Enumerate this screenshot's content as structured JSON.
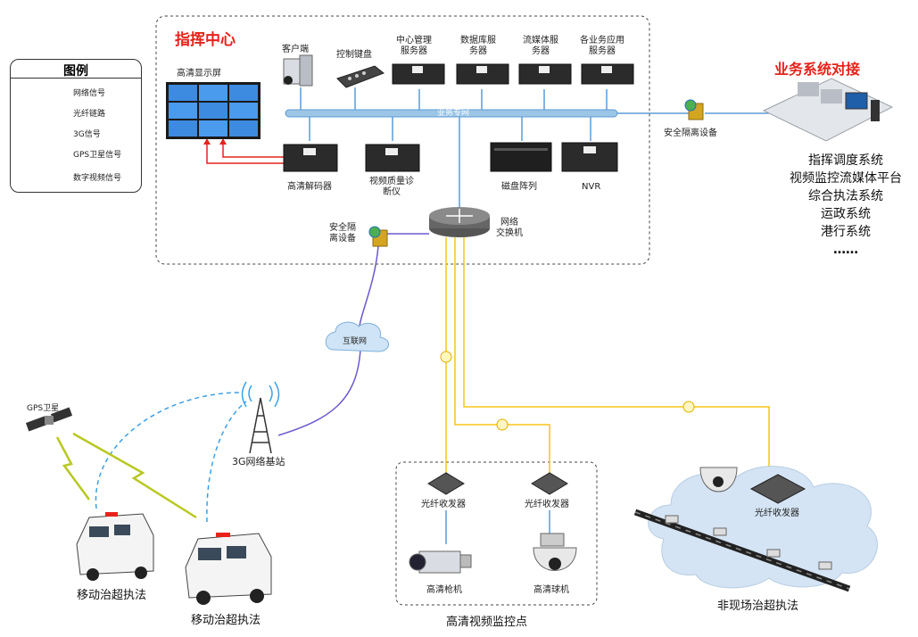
{
  "command_center": {
    "title": "指挥中心",
    "display_wall": "高清显示屏",
    "client": "客户端",
    "control_keyboard": "控制键盘",
    "servers": [
      {
        "label": "中心管理\n服务器"
      },
      {
        "label": "数据库服\n务器"
      },
      {
        "label": "流媒体服\n务器"
      },
      {
        "label": "各业务应用\n服务器"
      }
    ],
    "bus_label": "业务专网",
    "decoder": "高清解码器",
    "diagnostic": "视频质量诊\n断仪",
    "disk_array": "磁盘阵列",
    "nvr": "NVR",
    "switch": "网络\n交换机",
    "security_left": "安全隔\n离设备",
    "security_right": "安全隔离设备"
  },
  "business": {
    "title": "业务系统对接",
    "systems": [
      "指挥调度系统",
      "视频监控流媒体平台",
      "综合执法系统",
      "运政系统",
      "港行系统",
      "……"
    ]
  },
  "legend": {
    "title": "图例",
    "items": [
      {
        "label": "网络信号",
        "color": "#5b9bd5"
      },
      {
        "label": "光纤链路",
        "color": "#f5c518"
      },
      {
        "label": "3G信号",
        "color": "#3aa0e6"
      },
      {
        "label": "GPS卫星信号",
        "color": "#b8c820"
      },
      {
        "label": "数字视频信号",
        "color": "#e5231b"
      }
    ]
  },
  "field": {
    "internet": "互联网",
    "base_station": "3G网络基站",
    "gps": "GPS卫星",
    "vehicle_1": "移动治超执法",
    "vehicle_2": "移动治超执法",
    "hd_monitor_title": "高清视频监控点",
    "transceiver": "光纤收发器",
    "bullet_cam": "高清枪机",
    "dome_cam": "高清球机",
    "offsite_title": "非现场治超执法"
  }
}
